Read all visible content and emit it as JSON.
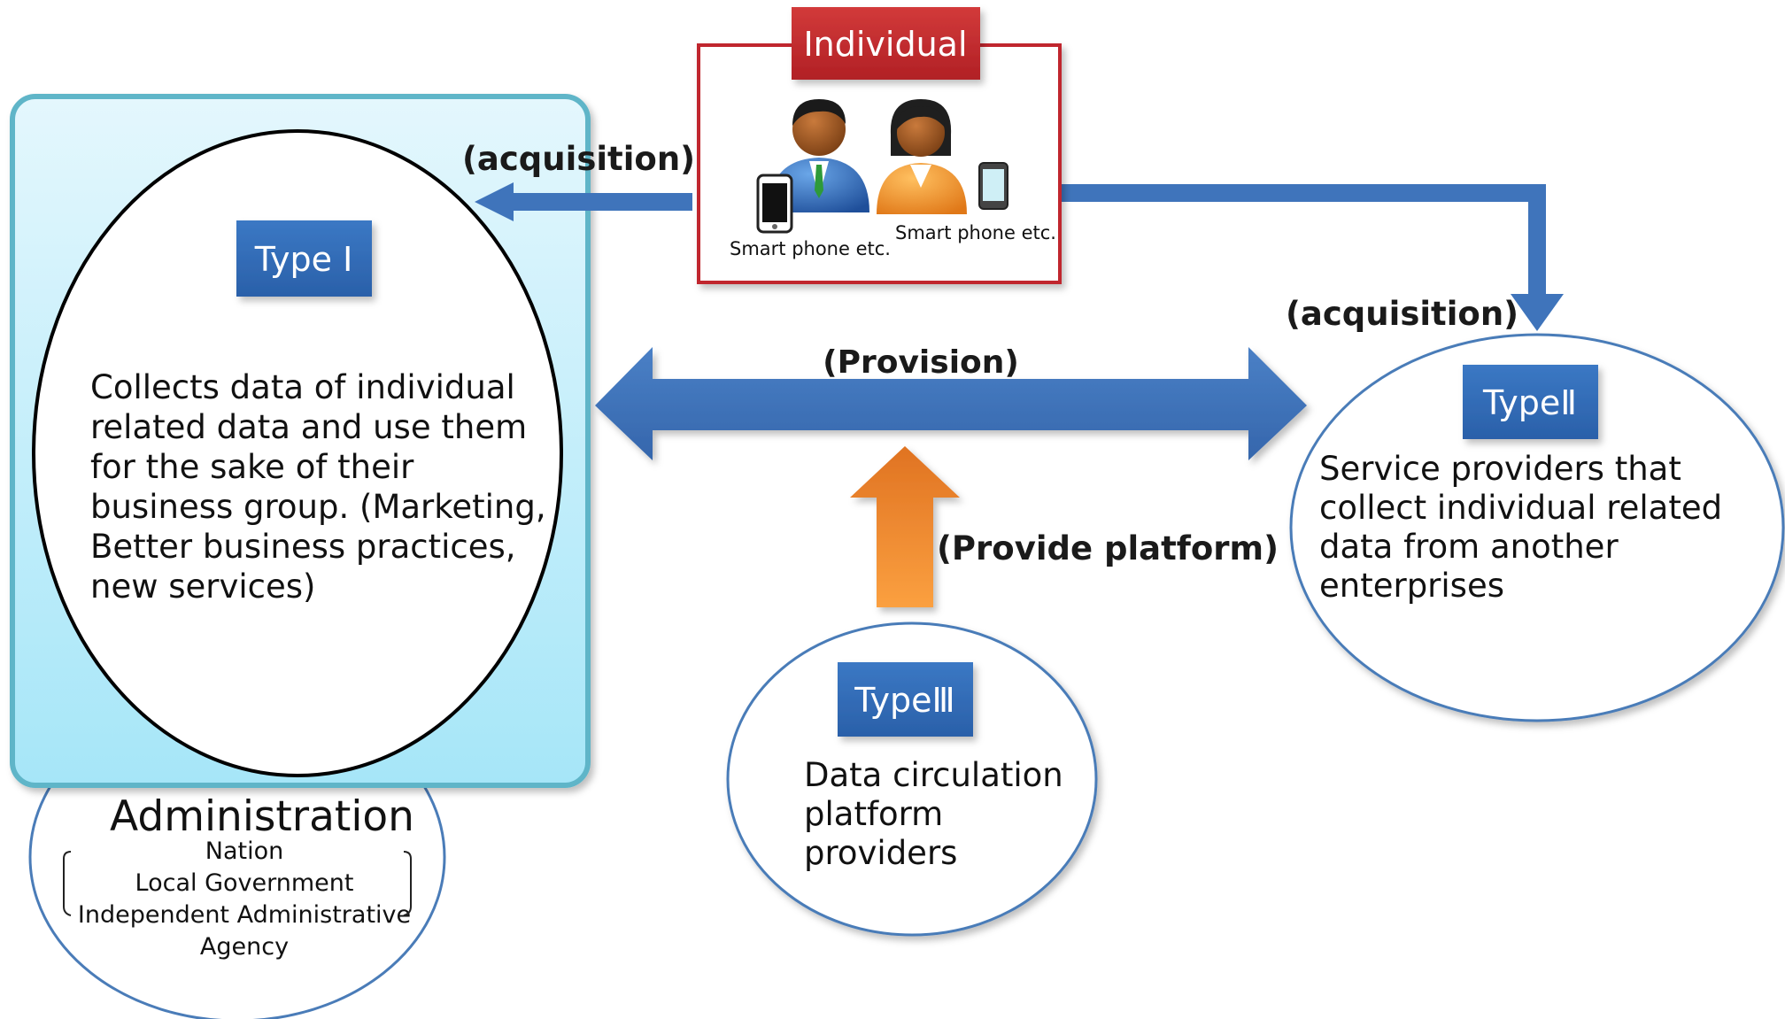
{
  "individual": {
    "title": "Individual",
    "device_label_1": "Smart phone etc.",
    "device_label_2": "Smart phone etc."
  },
  "flows": {
    "acquisition_left": "(acquisition)",
    "acquisition_right": "(acquisition)",
    "provision": "(Provision)",
    "provide_platform": "(Provide platform)"
  },
  "type1": {
    "badge": "Type I",
    "lines": [
      "Collects  data of individual",
      "related data and use them",
      "for the sake of their",
      "business group. (Marketing,",
      "Better business practices,",
      "new services)"
    ]
  },
  "type2": {
    "badge": "TypeⅡ",
    "lines": [
      "Service providers that",
      "collect individual related",
      "data from another",
      "enterprises"
    ]
  },
  "type3": {
    "badge": "TypeⅢ",
    "lines": [
      "Data circulation",
      "platform",
      "providers"
    ]
  },
  "administration": {
    "title": "Administration",
    "items": [
      "Nation",
      "Local Government",
      "Independent Administrative",
      "Agency"
    ]
  },
  "colors": {
    "arrow_blue": "#3f74bb",
    "badge_blue": "#2f68b3",
    "individual_red": "#c0282d",
    "panel_cyan": "#b9ecfb",
    "panel_border": "#5fb5c8",
    "circle_border": "#4a7cb8",
    "orange": "#f1822a"
  }
}
